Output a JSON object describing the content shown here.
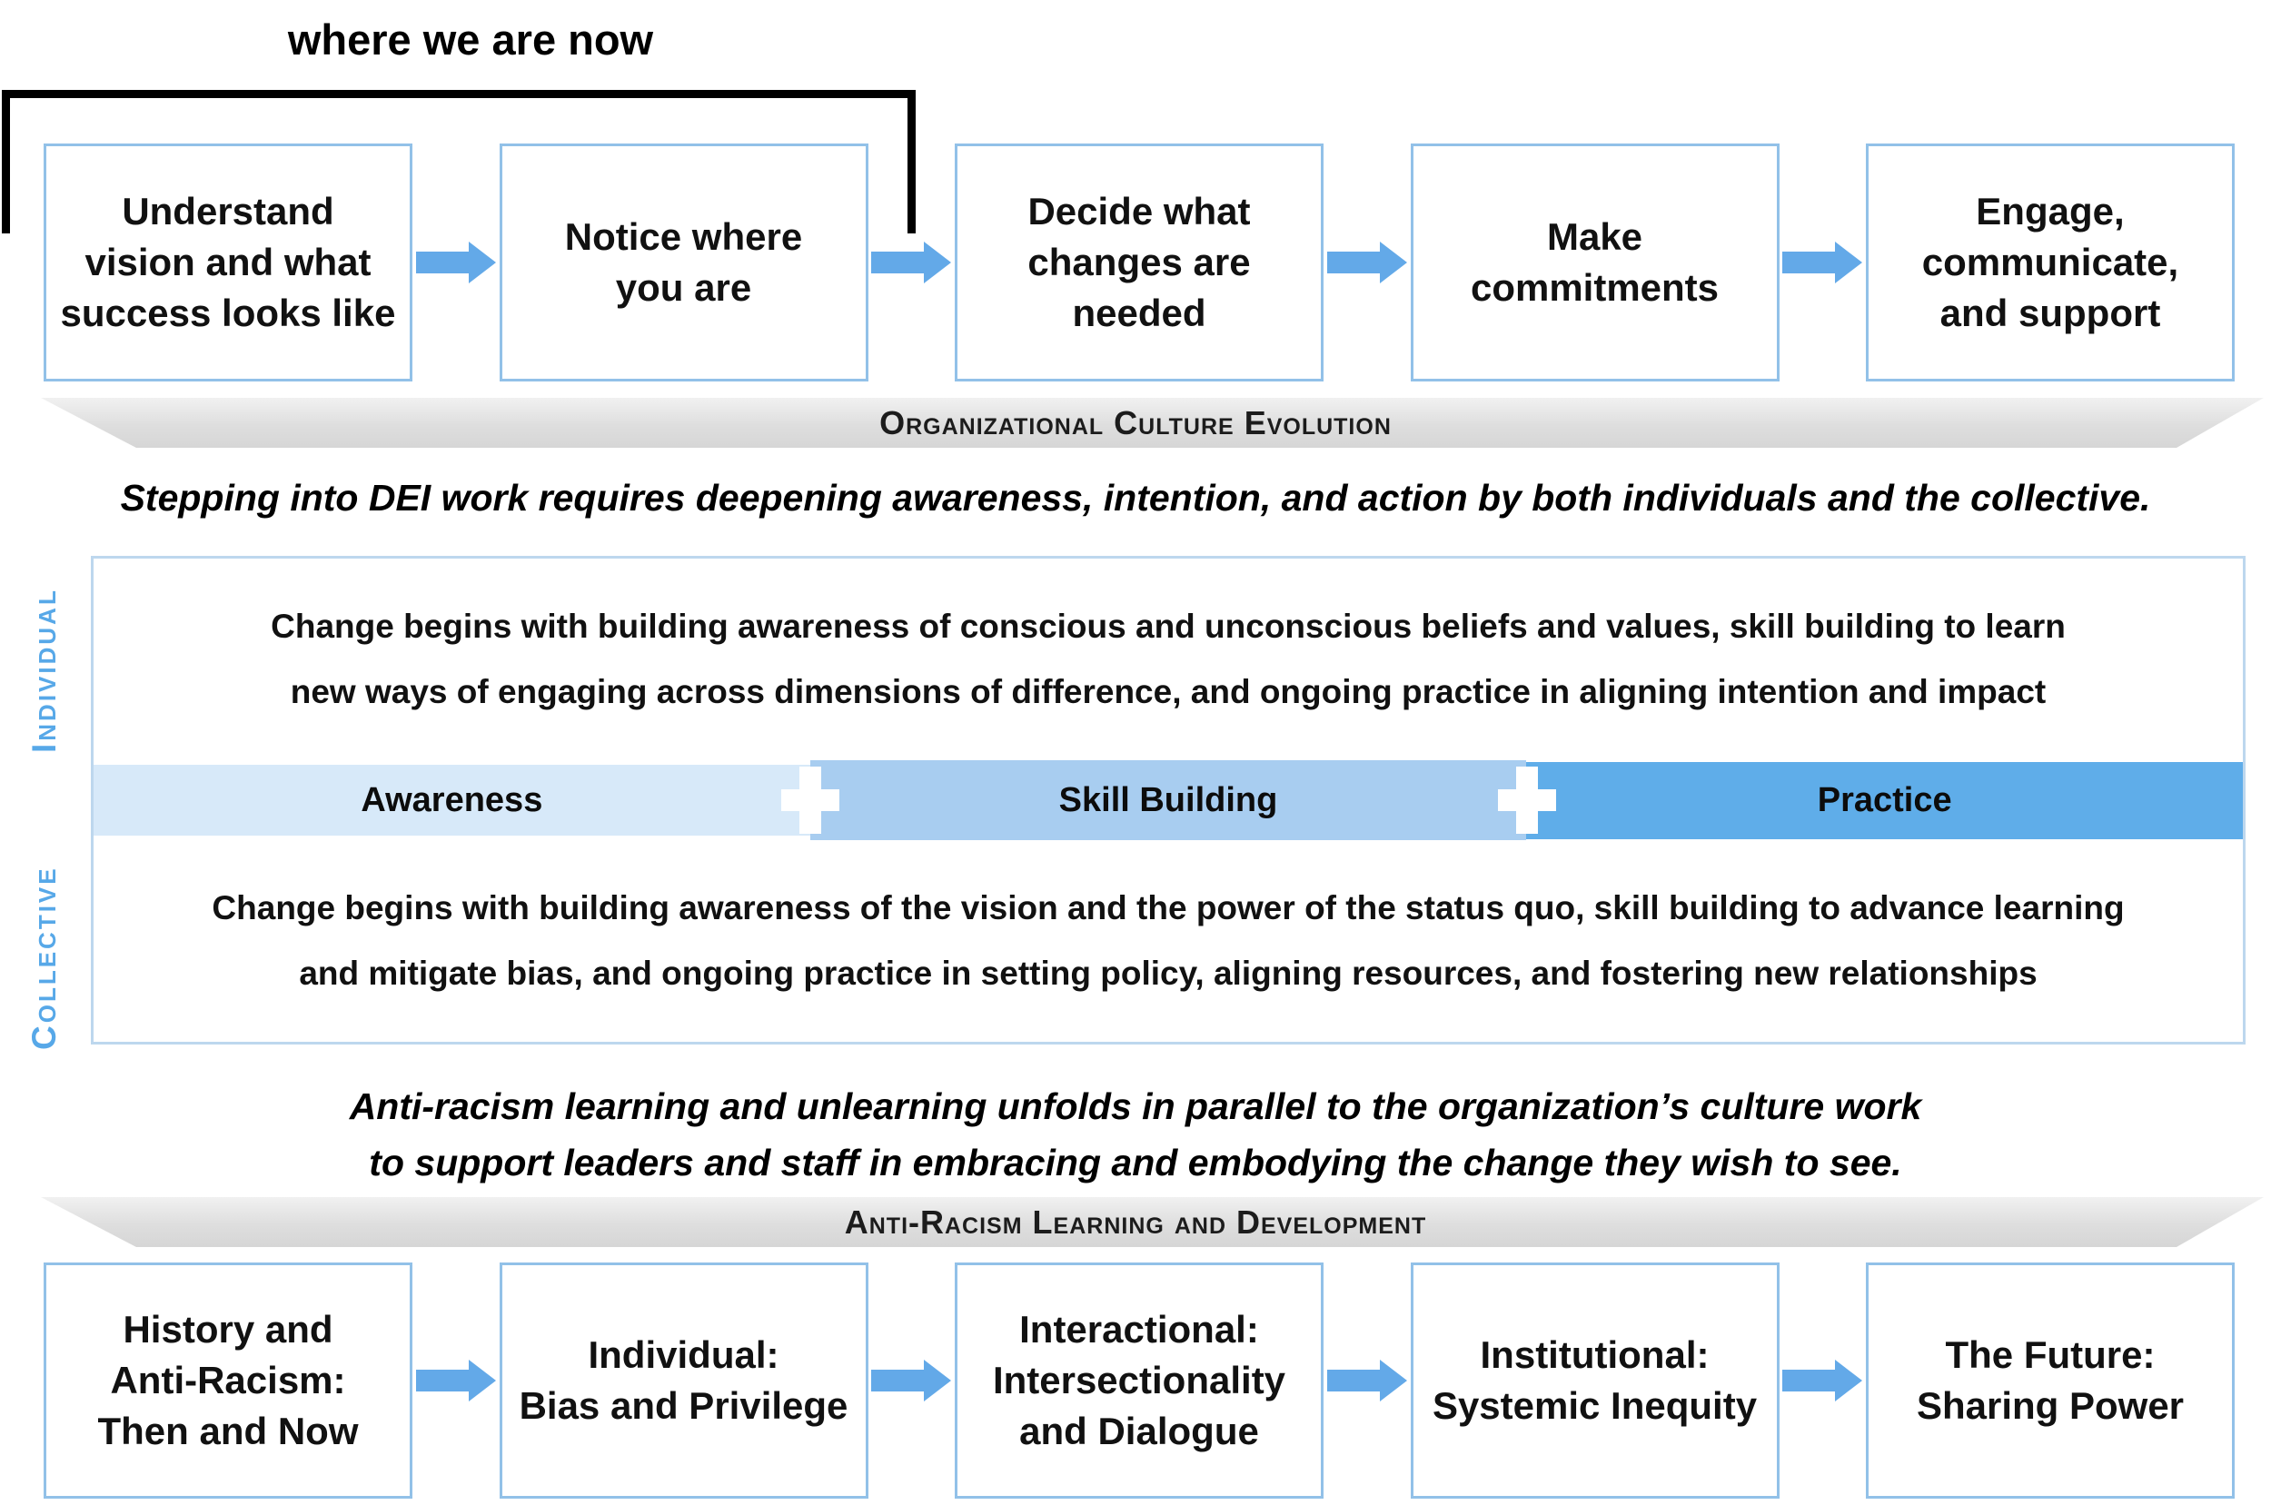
{
  "top_flow": {
    "annotation": "where we are now",
    "steps": [
      "Understand\nvision and what\nsuccess looks like",
      "Notice where\nyou are",
      "Decide what\nchanges are\nneeded",
      "Make\ncommitments",
      "Engage,\ncommunicate,\nand support"
    ],
    "banner": "Organizational Culture Evolution"
  },
  "middle": {
    "intro": "Stepping into DEI work requires deepening awareness, intention, and action by both individuals and the collective.",
    "individual_label": "Individual",
    "collective_label": "Collective",
    "individual_text": "Change begins with building awareness of conscious and unconscious beliefs and values, skill building to learn\nnew ways of engaging across dimensions of difference, and ongoing practice in aligning intention and impact",
    "collective_text": "Change begins with building awareness of the vision and the power of the status quo, skill building to advance learning\nand mitigate bias, and ongoing practice in setting policy, aligning resources, and fostering new relationships",
    "phases": [
      {
        "label": "Awareness",
        "color": "#d7e9f9"
      },
      {
        "label": "Skill Building",
        "color": "#a8cdf0"
      },
      {
        "label": "Practice",
        "color": "#5fade9"
      }
    ]
  },
  "bottom_flow": {
    "intro": "Anti-racism learning and unlearning unfolds in parallel to the organization’s culture work\nto support leaders and staff in embracing and embodying the change they wish to see.",
    "banner": "Anti-Racism Learning and Development",
    "steps": [
      "History and\nAnti-Racism:\nThen and Now",
      "Individual:\nBias and Privilege",
      "Interactional:\nIntersectionality\nand Dialogue",
      "Institutional:\nSystemic Inequity",
      "The Future:\nSharing Power"
    ]
  },
  "colors": {
    "arrow": "#63a9e8",
    "box_border": "#92c1e8",
    "matrix_border": "#bdd7ee",
    "axis_label": "#57a8e8",
    "banner_gray": "#dedede",
    "bracket": "#000000"
  }
}
